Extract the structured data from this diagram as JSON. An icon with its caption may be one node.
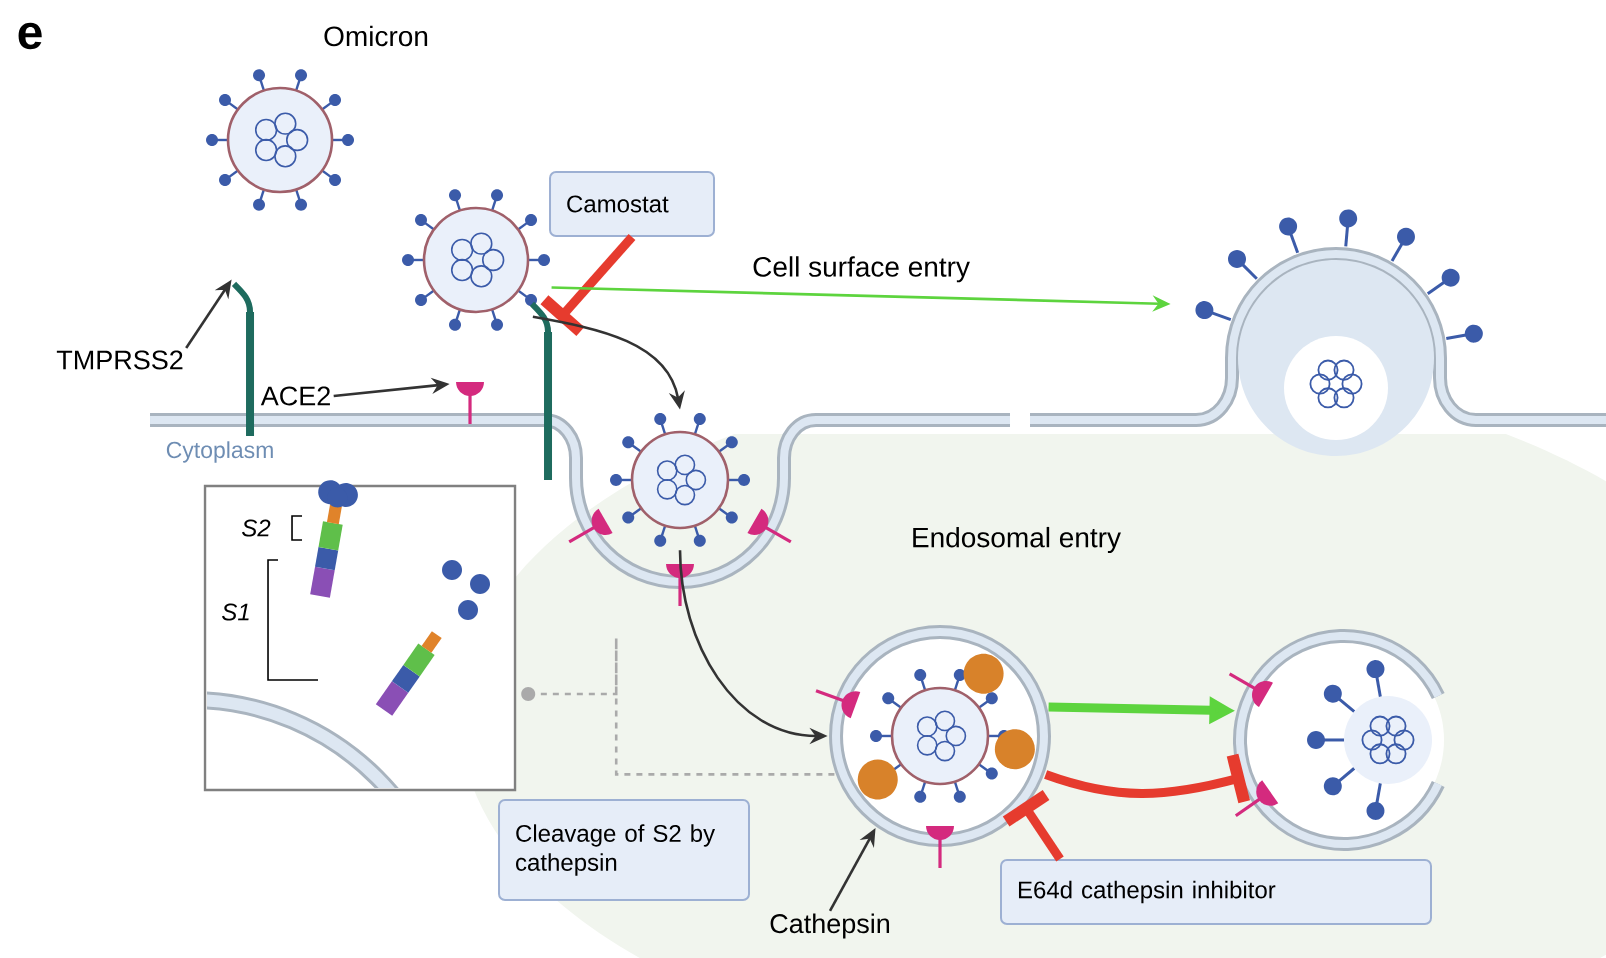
{
  "diagram": {
    "nodes": [
      {
        "text": [
          "TMPRSS2"
        ]
      },
      {
        "text": [],
        "shape": "picture"
      },
      {
        "text": [
          "ACE2"
        ]
      },
      {
        "text": [],
        "shape": "picture"
      },
      {
        "text": [
          "Camostat"
        ]
      },
      {
        "text": [],
        "shape": "picture"
      },
      {
        "text": [],
        "shape": "picture"
      },
      {
        "text": [],
        "shape": "picture"
      },
      {
        "text": [],
        "shape": "picture"
      },
      {
        "text": [],
        "shape": "picture"
      },
      {
        "text": [],
        "shape": "picture"
      },
      {
        "text": [
          "E64d cathepsin inhibitor"
        ]
      },
      {
        "text": [
          "Cathepsin"
        ]
      },
      {
        "text": [
          "Cleavage of S2 by cathepsin"
        ]
      },
      {
        "text": [
          "S2",
          "S1"
        ]
      }
    ],
    "edges": [
      {
        "from": 0,
        "to": 1,
        "arrow": "to"
      },
      {
        "from": 2,
        "to": 3,
        "arrow": "to"
      },
      {
        "from": 4,
        "to": 6,
        "arrow": "other",
        "style": "thick",
        "color": "#e63b2e"
      },
      {
        "from": 5,
        "to": 7,
        "arrow": "to",
        "label": "Cell surface entry",
        "color": "#5dd43e"
      },
      {
        "from": 5,
        "to": 8,
        "arrow": "to"
      },
      {
        "from": 8,
        "to": 9,
        "arrow": "to"
      },
      {
        "from": 9,
        "to": 10,
        "arrow": "to",
        "style": "thick",
        "color": "#5dd43e"
      },
      {
        "from": 11,
        "to": 9,
        "arrow": "other",
        "style": "thick",
        "color": "#e63b2e"
      },
      {
        "from": 9,
        "to": 10,
        "arrow": "other",
        "style": "thick",
        "color": "#e63b2e"
      },
      {
        "from": 12,
        "to": 9,
        "arrow": "to"
      },
      {
        "from": 9,
        "to": 14,
        "arrow": "other",
        "style": "dashed",
        "color": "#aaaaaa"
      }
    ],
    "labels": [
      "e",
      "Omicron",
      "Cytoplasm",
      "Endosomal entry"
    ]
  }
}
